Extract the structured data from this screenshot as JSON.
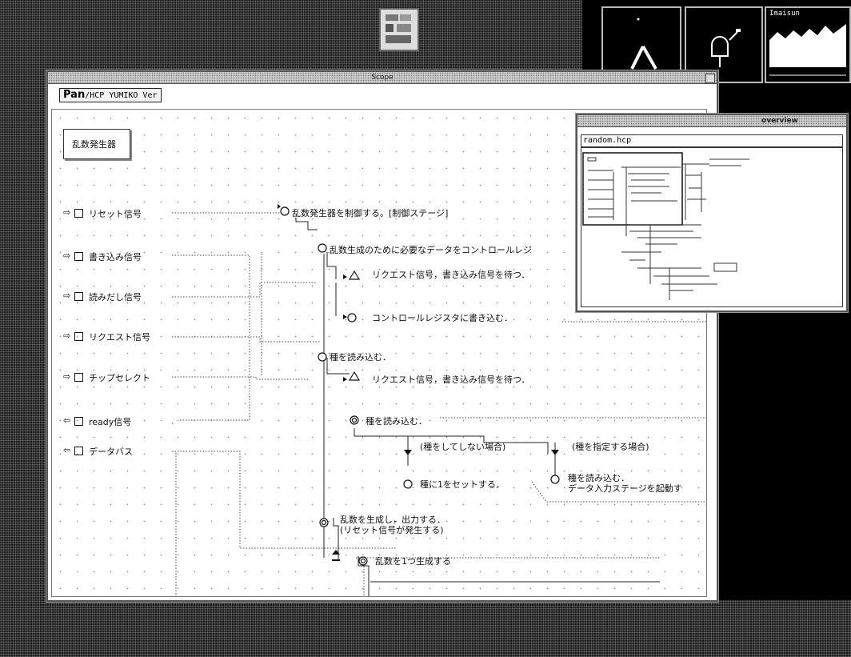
{
  "desktop": {
    "icon_label_3": "Imaisun"
  },
  "main_window": {
    "title": "Scope",
    "app_name": "Pan",
    "app_version": "/HCP YUMIKO Ver"
  },
  "diagram": {
    "module_title": "乱数発生器",
    "signals": [
      {
        "label": "リセット信号"
      },
      {
        "label": "書き込み信号"
      },
      {
        "label": "読みだし信号"
      },
      {
        "label": "リクエスト信号"
      },
      {
        "label": "チップセレクト"
      },
      {
        "label": "ready信号"
      },
      {
        "label": "データバス"
      }
    ],
    "nodes": {
      "n1": "乱数発生器を制御する。[制御ステージ]",
      "n2": "乱数生成のために必要なデータをコントロールレジ",
      "n3": "リクエスト信号，書き込み信号を待つ．",
      "n4": "コントロールレジスタに書き込む．",
      "n5": "種を読み込む．",
      "n6": "リクエスト信号，書き込み信号を待つ．",
      "n7": "種を読み込む．",
      "n8": "(種をしてしない場合)",
      "n9": "(種を指定する場合)",
      "n10": "種に1をセットする．",
      "n11a": "種を読み込む．",
      "n11b": "データ入力ステージを起動す",
      "n12a": "乱数を生成し，出力する．",
      "n12b": "(リセット信号が発生する)",
      "n13": "乱数を1つ生成する"
    }
  },
  "overview_window": {
    "title": "overview",
    "filename": "random.hcp"
  }
}
